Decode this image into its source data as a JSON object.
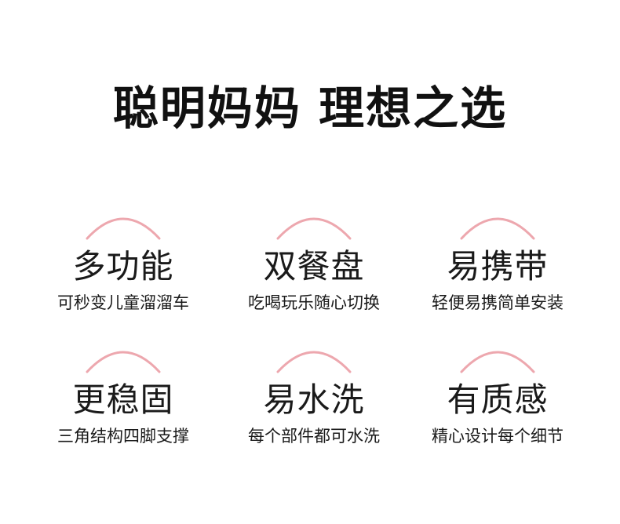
{
  "title": "聪明妈妈 理想之选",
  "accent_color": "#eda7ae",
  "features": [
    {
      "title": "多功能",
      "subtitle": "可秒变儿童溜溜车"
    },
    {
      "title": "双餐盘",
      "subtitle": "吃喝玩乐随心切换"
    },
    {
      "title": "易携带",
      "subtitle": "轻便易携简单安装"
    },
    {
      "title": "更稳固",
      "subtitle": "三角结构四脚支撑"
    },
    {
      "title": "易水洗",
      "subtitle": "每个部件都可水洗"
    },
    {
      "title": "有质感",
      "subtitle": "精心设计每个细节"
    }
  ]
}
